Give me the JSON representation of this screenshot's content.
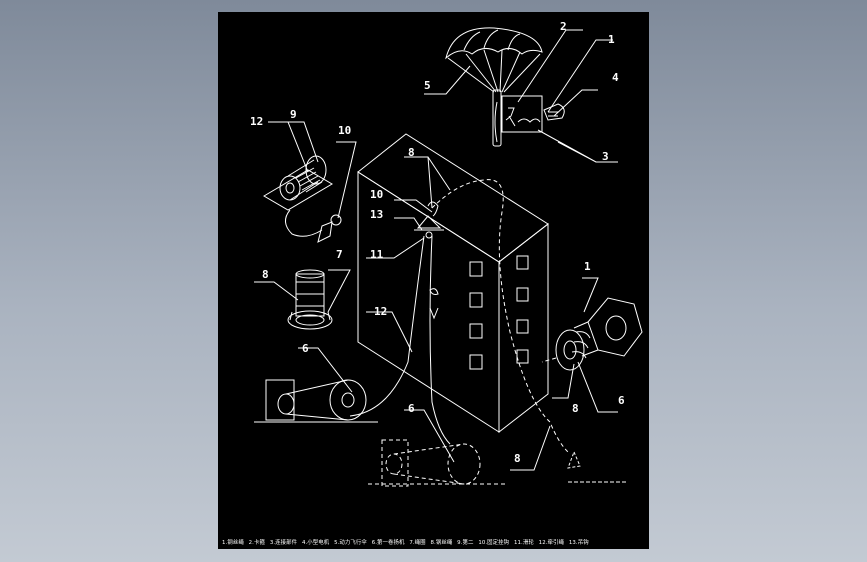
{
  "callouts": {
    "c1_top": "1",
    "c2": "2",
    "c3": "3",
    "c4": "4",
    "c5": "5",
    "c8_top": "8",
    "c9": "9",
    "c10_top": "10",
    "c12_top": "12",
    "c10_mid": "10",
    "c13": "13",
    "c11": "11",
    "c12_mid": "12",
    "c7": "7",
    "c8_left": "8",
    "c6_left": "6",
    "c6_bottom": "6",
    "c8_bottom": "8",
    "c1_right": "1",
    "c8_right": "8",
    "c6_right": "6"
  },
  "legend": [
    "1.钢丝绳",
    "2.卡箍",
    "3.连接部件",
    "4.小型电机",
    "5.动力飞行伞",
    "6.第一卷扬机",
    "7.绳圈",
    "8.钢丝绳",
    "9.第二",
    "10.固定挂钩",
    "11.滑轮",
    "12.牵引绳",
    "13.吊钩"
  ]
}
